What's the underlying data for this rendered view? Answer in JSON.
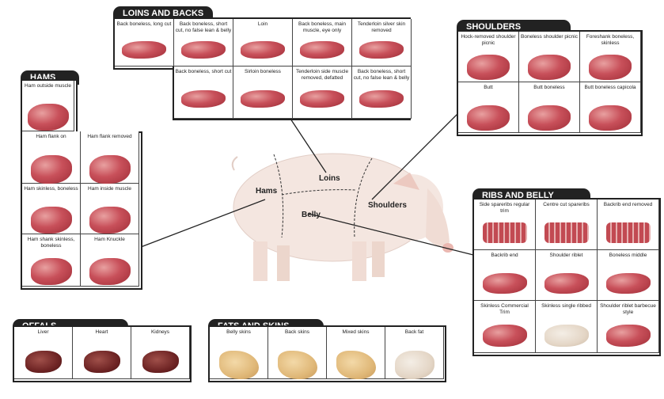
{
  "sections": {
    "loins": {
      "title": "LOINS AND BACKS",
      "cells": [
        "Back boneless, long cut",
        "Back boneless, short cut, no false lean & belly",
        "Loin",
        "Back boneless, main muscle, eye only",
        "Tenderloin silver skin removed",
        "Back boneless, short cut",
        "Sirloin boneless",
        "Tenderloin side muscle removed, defatted",
        "Back boneless, short cut, no false lean & belly"
      ]
    },
    "shoulders": {
      "title": "SHOULDERS",
      "cells": [
        "Hock-removed shoulder picnic",
        "Boneless shoulder picnic",
        "Foreshank boneless, skinless",
        "Butt",
        "Butt boneless",
        "Butt boneless capicola"
      ]
    },
    "hams": {
      "title": "HAMS",
      "cells": [
        "Ham outside muscle",
        "Ham flank on",
        "Ham flank removed",
        "Ham skinless, boneless",
        "Ham inside muscle",
        "Ham shank skinless, boneless",
        "Ham Knuckle"
      ]
    },
    "ribs": {
      "title": "RIBS AND BELLY",
      "cells": [
        "Side spareribs regular trim",
        "Centre cut spareribs",
        "Backrib end removed",
        "Backrib end",
        "Shoulder riblet",
        "Boneless middle",
        "Skinless Commercial Trim",
        "Skinless single ribbed",
        "Shoulder riblet barbecue style"
      ]
    },
    "offals": {
      "title": "OFFALS",
      "cells": [
        "Liver",
        "Heart",
        "Kidneys"
      ]
    },
    "fats": {
      "title": "FATS AND SKINS",
      "cells": [
        "Belly skins",
        "Back skins",
        "Mixed skins",
        "Back fat"
      ]
    }
  },
  "pig_labels": {
    "hams": "Hams",
    "loins": "Loins",
    "belly": "Belly",
    "shoulders": "Shoulders"
  }
}
